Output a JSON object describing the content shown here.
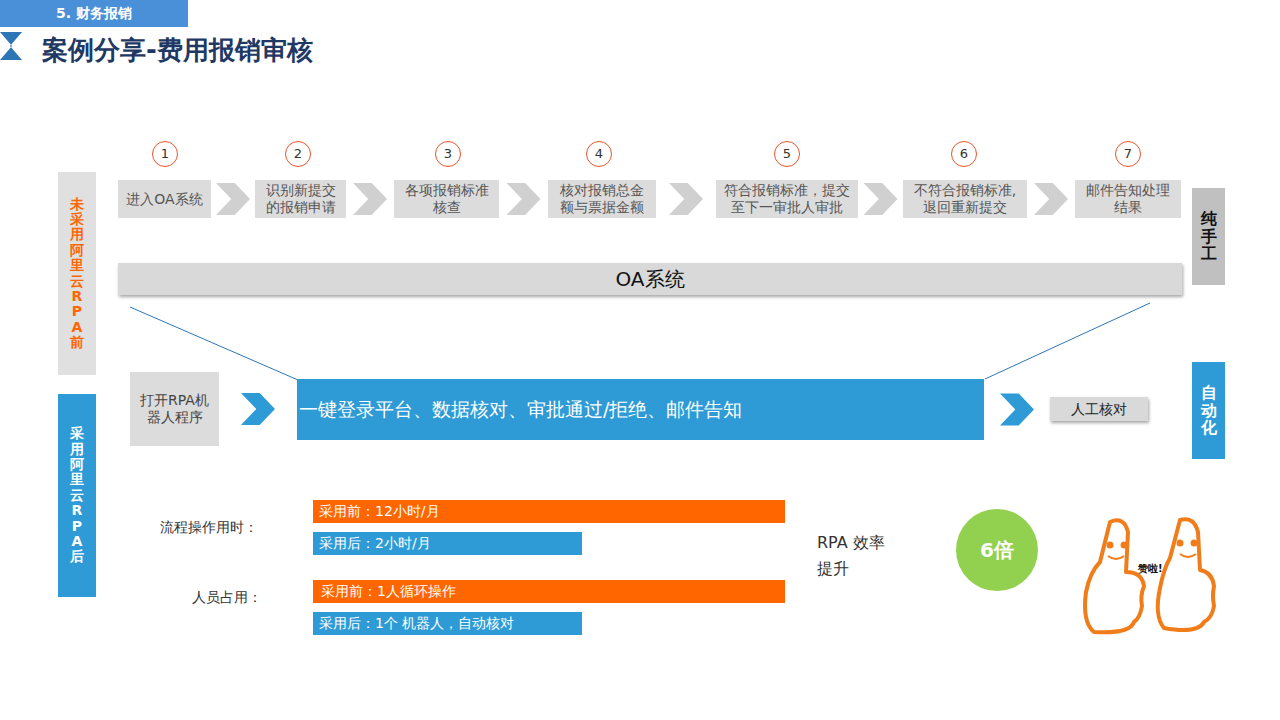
{
  "diagram": {
    "title": "案例分享-费用报销审核",
    "nodes": [
      {
        "text": [
          "5. 财务报销"
        ]
      },
      {
        "text": [
          "未采用阿里云RPA前"
        ]
      },
      {
        "text": [
          "1"
        ]
      },
      {
        "text": [
          "2"
        ]
      },
      {
        "text": [
          "3"
        ]
      },
      {
        "text": [
          "4"
        ]
      },
      {
        "text": [
          "5"
        ]
      },
      {
        "text": [
          "6"
        ]
      },
      {
        "text": [
          "7"
        ]
      },
      {
        "text": [
          "进入OA系统"
        ]
      },
      {
        "text": [
          "识别新提交的报销申请"
        ]
      },
      {
        "text": [
          "各项报销标准核查"
        ]
      },
      {
        "text": [
          "核对报销总金额与票据金额"
        ]
      },
      {
        "text": [
          "符合报销标准，提交至下一审批人审批"
        ]
      },
      {
        "text": [
          "不符合报销标准,退回重新提交"
        ]
      },
      {
        "text": [
          "邮件告知处理结果"
        ]
      },
      {
        "text": [
          "纯手工"
        ]
      },
      {
        "text": [
          "OA系统"
        ]
      },
      {
        "text": [
          "采用阿里云RPA后"
        ]
      },
      {
        "text": [
          "打开RPA机器人程序"
        ]
      },
      {
        "text": [
          "一键登录平台、数据核对、审批通过/拒绝、邮件告知"
        ]
      },
      {
        "text": [
          "人工核对"
        ]
      },
      {
        "text": [
          "自动化"
        ]
      },
      {
        "text": [
          "采用前：12小时/月"
        ]
      },
      {
        "text": [
          "采用后：2小时/月"
        ]
      },
      {
        "text": [
          "采用前：1人循环操作"
        ]
      },
      {
        "text": [
          "采用后：1个 机器人，自动核对"
        ]
      },
      {
        "text": [
          "6倍"
        ]
      }
    ],
    "edges": [
      {
        "from": 9,
        "to": 10,
        "arrow": "to"
      },
      {
        "from": 10,
        "to": 11,
        "arrow": "to"
      },
      {
        "from": 11,
        "to": 12,
        "arrow": "to"
      },
      {
        "from": 12,
        "to": 13,
        "arrow": "to"
      },
      {
        "from": 13,
        "to": 14,
        "arrow": "to"
      },
      {
        "from": 14,
        "to": 15,
        "arrow": "to"
      },
      {
        "from": 19,
        "to": 20,
        "arrow": "to"
      },
      {
        "from": 20,
        "to": 21,
        "arrow": "to"
      }
    ],
    "labels": [
      "流程操作用时：",
      "人员占用：",
      "RPA 效率提升",
      "赞啦!"
    ]
  }
}
